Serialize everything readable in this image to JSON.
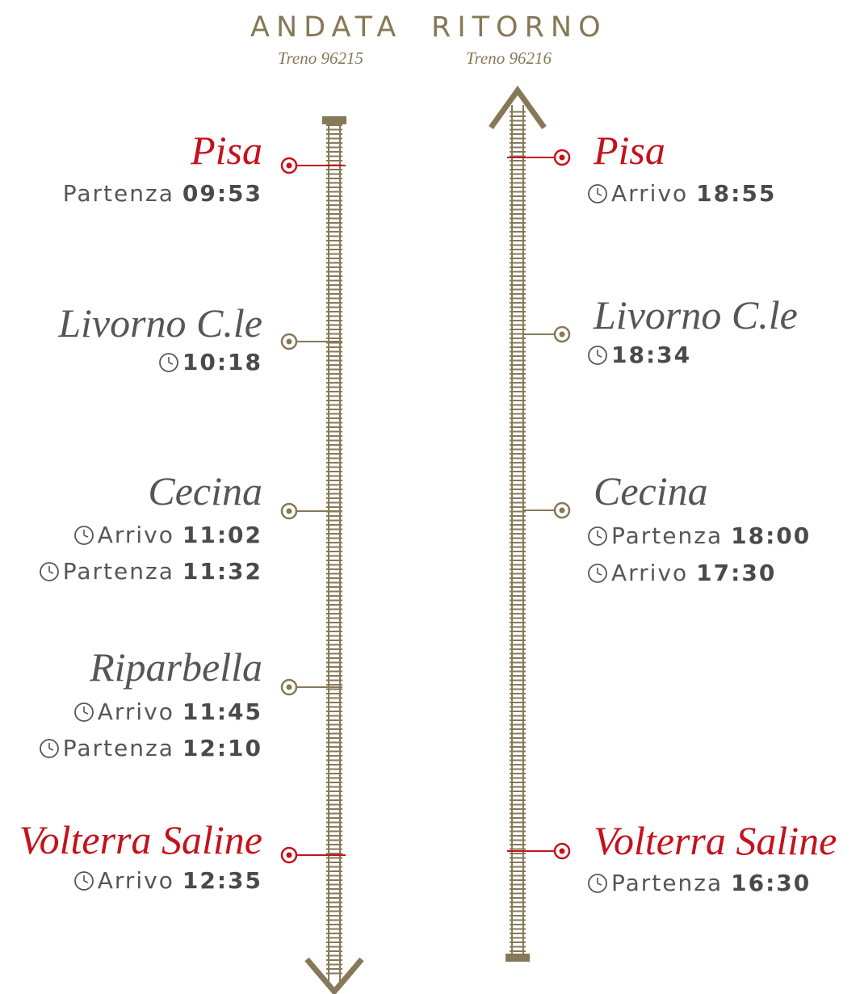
{
  "header": {
    "andata": "ANDATA",
    "ritorno": "RITORNO",
    "andata_train": "Treno 96215",
    "ritorno_train": "Treno 96216"
  },
  "colors": {
    "accent": "#857957",
    "highlight": "#c4121c",
    "text": "#55555a"
  },
  "andata": {
    "pisa": {
      "name": "Pisa",
      "row1_label": "Partenza",
      "row1_time": "09:53"
    },
    "livorno": {
      "name": "Livorno C.le",
      "row1_time": "10:18"
    },
    "cecina": {
      "name": "Cecina",
      "row1_label": "Arrivo",
      "row1_time": "11:02",
      "row2_label": "Partenza",
      "row2_time": "11:32"
    },
    "riparbella": {
      "name": "Riparbella",
      "row1_label": "Arrivo",
      "row1_time": "11:45",
      "row2_label": "Partenza",
      "row2_time": "12:10"
    },
    "volterra": {
      "name": "Volterra Saline",
      "row1_label": "Arrivo",
      "row1_time": "12:35"
    }
  },
  "ritorno": {
    "pisa": {
      "name": "Pisa",
      "row1_label": "Arrivo",
      "row1_time": "18:55"
    },
    "livorno": {
      "name": "Livorno C.le",
      "row1_time": "18:34"
    },
    "cecina": {
      "name": "Cecina",
      "row1_label": "Partenza",
      "row1_time": "18:00",
      "row2_label": "Arrivo",
      "row2_time": "17:30"
    },
    "volterra": {
      "name": "Volterra Saline",
      "row1_label": "Partenza",
      "row1_time": "16:30"
    }
  }
}
